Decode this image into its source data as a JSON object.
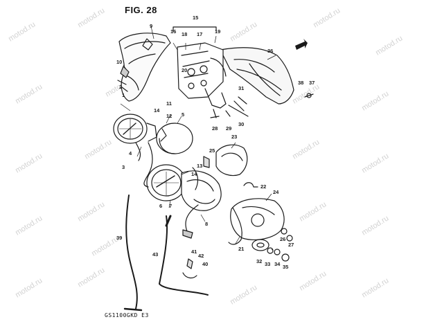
{
  "figure": {
    "title": "FIG. 28",
    "code": "GS1100GKD E3"
  },
  "watermark": {
    "text": "motod.ru"
  },
  "colors": {
    "ink": "#1a1a1a",
    "watermark": "#d2d2d2",
    "background": "#ffffff"
  },
  "part_labels": [
    "1",
    "2",
    "3",
    "4",
    "5",
    "6",
    "7",
    "8",
    "9",
    "10",
    "11",
    "12",
    "13",
    "14",
    "14",
    "15",
    "16",
    "17",
    "18",
    "19",
    "20",
    "21",
    "22",
    "23",
    "24",
    "25",
    "26",
    "27",
    "28",
    "29",
    "30",
    "31",
    "32",
    "33",
    "34",
    "35",
    "36",
    "37",
    "38",
    "39",
    "40",
    "41",
    "42",
    "43"
  ],
  "icons": {
    "arrow": "front-direction-arrow-icon"
  }
}
